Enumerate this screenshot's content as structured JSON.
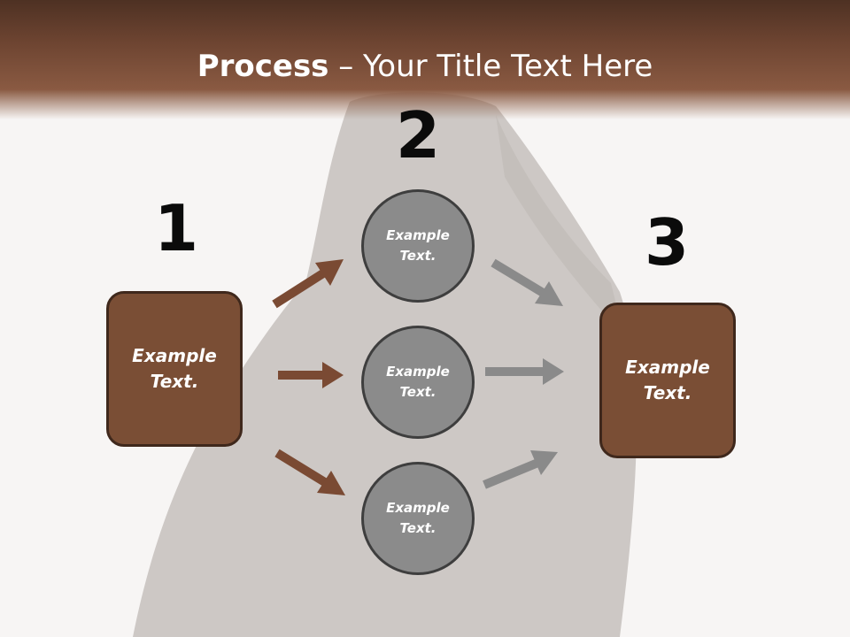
{
  "title": {
    "bold": "Process",
    "rest": " – Your Title Text Here"
  },
  "steps": [
    {
      "number": "1",
      "text": "Example\nText."
    },
    {
      "number": "2",
      "text": "Example\nText."
    },
    {
      "number": "3",
      "text": "Example\nText."
    }
  ],
  "circles": [
    {
      "text": "Example\nText."
    },
    {
      "text": "Example\nText."
    },
    {
      "text": "Example\nText."
    }
  ],
  "colors": {
    "header": "#6d4431",
    "box_fill": "#7a4e35",
    "box_border": "#3f281c",
    "circle_fill": "#8b8b8b",
    "circle_border": "#3e3e3e",
    "brown_arrow": "#7a4a33",
    "gray_arrow": "#8a8a8a"
  }
}
